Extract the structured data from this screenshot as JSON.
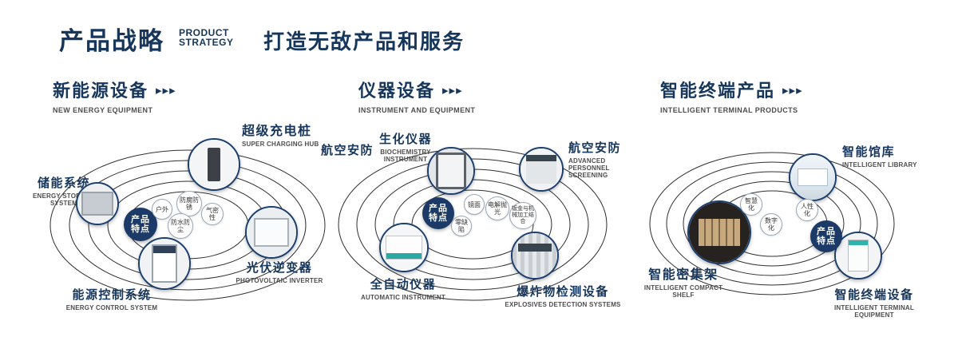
{
  "header": {
    "title_cn": "产品战略",
    "title_en_line1": "PRODUCT",
    "title_en_line2": "STRATEGY",
    "slogan": "打造无敌产品和服务"
  },
  "icons": {
    "triple_arrow": "▸▸▸"
  },
  "colors": {
    "navy": "#16365c",
    "gray_text": "#4d4d4d",
    "orbit_line": "#2f2f2f"
  },
  "sections": [
    {
      "title_cn": "新能源设备",
      "title_en": "NEW ENERGY EQUIPMENT",
      "badge": {
        "line1": "产品",
        "line2": "特点"
      },
      "features": [
        "户外",
        "防腐防锈",
        "气密性",
        "防水防尘"
      ],
      "products": [
        {
          "name_cn": "储能系统",
          "name_en": "ENERGY STORAGE SYSTEM"
        },
        {
          "name_cn": "超级充电桩",
          "name_en": "SUPER CHARGING HUB"
        },
        {
          "name_cn": "光伏逆变器",
          "name_en": "PHOTOVOLTAIC INVERTER"
        },
        {
          "name_cn": "能源控制系统",
          "name_en": "ENERGY CONTROL SYSTEM"
        }
      ]
    },
    {
      "title_cn": "仪器设备",
      "title_en": "INSTRUMENT AND EQUIPMENT",
      "badge": {
        "line1": "产品",
        "line2": "特点"
      },
      "extra_label": "航空安防",
      "features": [
        "镜面",
        "电解抛光",
        "钣金与机械加工结合",
        "零缺陷"
      ],
      "products": [
        {
          "name_cn": "生化仪器",
          "name_en": "BIOCHEMISTRY INSTRUMENT"
        },
        {
          "name_cn": "航空安防",
          "name_en": "ADVANCED PERSONNEL SCREENING"
        },
        {
          "name_cn": "全自动仪器",
          "name_en": "AUTOMATIC INSTRUMENT"
        },
        {
          "name_cn": "爆炸物检测设备",
          "name_en": "EXPLOSIVES DETECTION SYSTEMS"
        }
      ]
    },
    {
      "title_cn": "智能终端产品",
      "title_en": "INTELLIGENT TERMINAL PRODUCTS",
      "badge": {
        "line1": "产品",
        "line2": "特点"
      },
      "features": [
        "智慧化",
        "人性化",
        "数字化"
      ],
      "products": [
        {
          "name_cn": "智能馆库",
          "name_en": "INTELLIGENT LIBRARY"
        },
        {
          "name_cn": "智能密集架",
          "name_en": "INTELLIGENT COMPACT SHELF"
        },
        {
          "name_cn": "智能终端设备",
          "name_en": "INTELLIGENT TERMINAL EQUIPMENT"
        }
      ]
    }
  ]
}
